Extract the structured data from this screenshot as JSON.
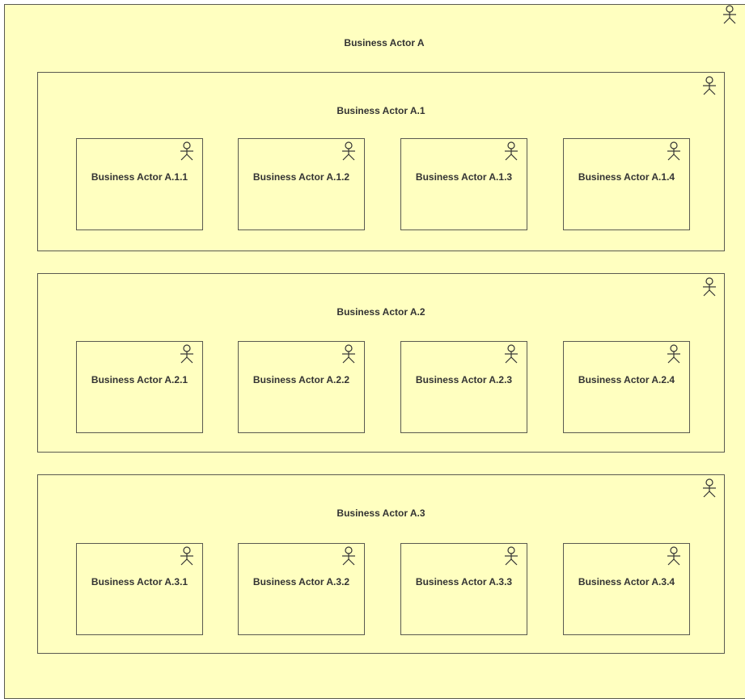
{
  "diagram": {
    "root": {
      "label": "Business Actor A",
      "icon": "actor-icon",
      "groups": [
        {
          "label": "Business Actor A.1",
          "icon": "actor-icon",
          "children": [
            "Business Actor A.1.1",
            "Business Actor A.1.2",
            "Business Actor A.1.3",
            "Business Actor A.1.4"
          ]
        },
        {
          "label": "Business Actor A.2",
          "icon": "actor-icon",
          "children": [
            "Business Actor A.2.1",
            "Business Actor A.2.2",
            "Business Actor A.2.3",
            "Business Actor A.2.4"
          ]
        },
        {
          "label": "Business Actor A.3",
          "icon": "actor-icon",
          "children": [
            "Business Actor A.3.1",
            "Business Actor A.3.2",
            "Business Actor A.3.3",
            "Business Actor A.3.4"
          ]
        }
      ]
    },
    "colors": {
      "fill": "#ffffc0",
      "border": "#5a5a50",
      "text": "#333333"
    }
  }
}
